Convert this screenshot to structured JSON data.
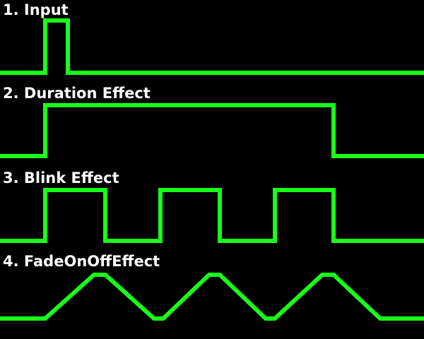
{
  "panels": [
    {
      "title": "1. Input"
    },
    {
      "title": "2. Duration Effect"
    },
    {
      "title": "3. Blink Effect"
    },
    {
      "title": "4. FadeOnOffEffect"
    }
  ],
  "colors": {
    "background": "#000000",
    "signal": "#19ff19",
    "text": "#ffffff"
  }
}
